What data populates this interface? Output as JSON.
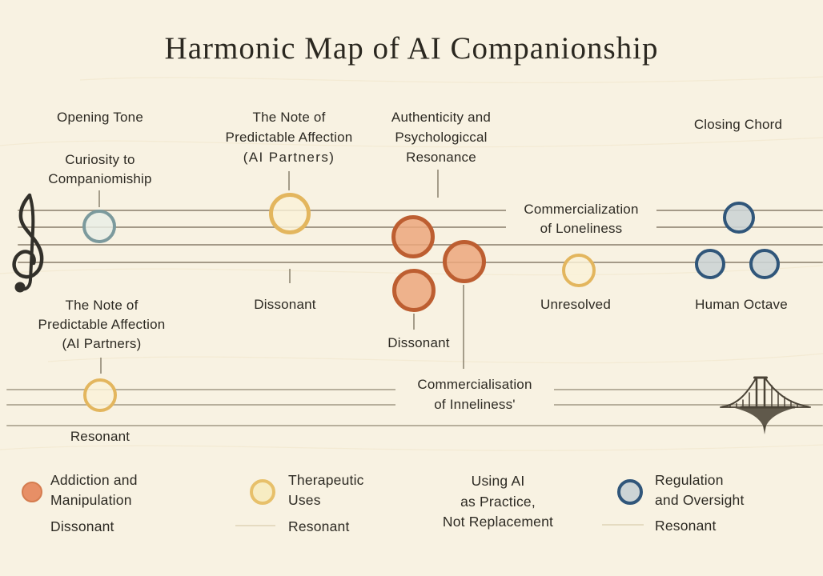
{
  "title": "Harmonic Map of AI Companionship",
  "palette": {
    "background": "#f8f2e2",
    "ink": "#2d2a23",
    "staff_line": "#8c8270",
    "orange_ring": "#bd5e31",
    "orange_fill": "#eca77c",
    "yellow_ring": "#e3b65e",
    "yellow_fill": "#faf2d8",
    "teal_ring": "#7c9a9d",
    "teal_fill": "#e9eee7",
    "navy_ring": "#30567a",
    "navy_fill": "#cbd3d4",
    "clef_ink": "#32302a",
    "bridge_ink": "#4a4336"
  },
  "icons": {
    "treble_clef_icon": "treble-clef",
    "bridge_icon": "suspension-bridge"
  },
  "annotations": {
    "opening_tone": "Opening Tone",
    "curiosity": [
      "Curiosity to",
      "Companiomiship"
    ],
    "affection_top": [
      "The Note of",
      "Predictable Affection",
      "(AI Partners)"
    ],
    "authenticity": [
      "Authenticity and",
      "Psychologiccal",
      "Resonance"
    ],
    "closing_chord": "Closing Chord",
    "commercialization": [
      "Commercialization",
      "of Loneliness"
    ],
    "dissonant_therapeutic": "Dissonant",
    "dissonant_addiction": "Dissonant",
    "unresolved": "Unresolved",
    "human_octave": "Human Octave",
    "affection_bottom": [
      "The Note of",
      "Predictable Affection",
      "(AI Partners)"
    ],
    "commercialisation_lower": [
      "Commercialisation",
      "of Inneliness'"
    ],
    "resonant_bottom": "Resonant"
  },
  "notes": [
    {
      "id": "curiosity-note",
      "color": "teal"
    },
    {
      "id": "affection-top-note",
      "color": "yellow"
    },
    {
      "id": "authenticity-note-1",
      "color": "orange"
    },
    {
      "id": "authenticity-note-2",
      "color": "orange"
    },
    {
      "id": "authenticity-note-3",
      "color": "orange"
    },
    {
      "id": "unresolved-note",
      "color": "yellow"
    },
    {
      "id": "closing-chord-top-note",
      "color": "navy"
    },
    {
      "id": "closing-chord-left-note",
      "color": "navy"
    },
    {
      "id": "closing-chord-right-note",
      "color": "navy"
    },
    {
      "id": "therapeutic-lower-note",
      "color": "yellow"
    }
  ],
  "legend": {
    "items": [
      {
        "swatch_color": "orange",
        "label": [
          "Addiction and",
          "Manipulation"
        ],
        "status": "Dissonant"
      },
      {
        "swatch_color": "yellow",
        "label": [
          "Therapeutic",
          "Uses"
        ],
        "status": "Resonant"
      },
      {
        "swatch_color": "none",
        "label": [
          "Using AI",
          "as Practice,",
          "Not Replacement"
        ],
        "status": ""
      },
      {
        "swatch_color": "blue",
        "label": [
          "Regulation",
          "and Oversight"
        ],
        "status": "Resonant"
      }
    ]
  }
}
